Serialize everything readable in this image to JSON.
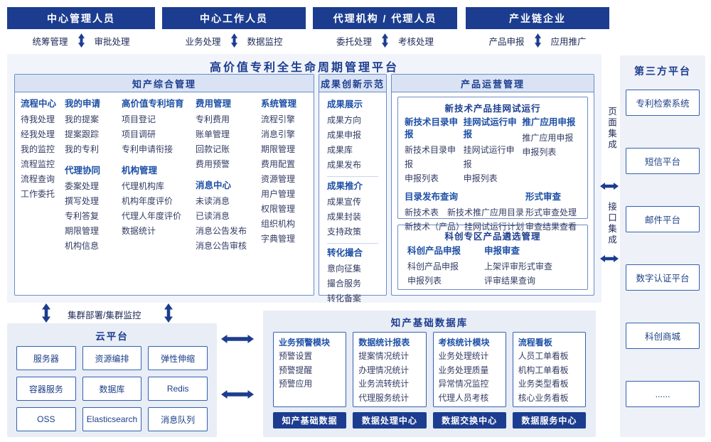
{
  "roles": [
    {
      "title": "中心管理人员",
      "left": "统筹管理",
      "right": "审批处理"
    },
    {
      "title": "中心工作人员",
      "left": "业务处理",
      "right": "数据监控"
    },
    {
      "title": "代理机构 / 代理人员",
      "left": "委托处理",
      "right": "考核处理"
    },
    {
      "title": "产业链企业",
      "left": "产品申报",
      "right": "应用推广"
    }
  ],
  "platform_title": "高价值专利全生命周期管理平台",
  "sections": {
    "ip": {
      "title": "知产综合管理",
      "groups": {
        "process": {
          "title": "流程中心",
          "items": [
            "待我处理",
            "经我处理",
            "我的监控",
            "流程监控",
            "流程查询",
            "工作委托"
          ]
        },
        "myapp": {
          "title": "我的申请",
          "items": [
            "我的提案",
            "提案跟踪",
            "我的专利"
          ]
        },
        "agency": {
          "title": "代理协同",
          "items": [
            "委案处理",
            "撰写处理",
            "专利答复",
            "期限管理",
            "机构信息"
          ]
        },
        "cultivation": {
          "title": "高价值专利培育",
          "items": [
            "项目登记",
            "项目调研",
            "专利申请衔接"
          ]
        },
        "org": {
          "title": "机构管理",
          "items": [
            "代理机构库",
            "机构年度评价",
            "代理人年度评价",
            "数据统计"
          ]
        },
        "fee": {
          "title": "费用管理",
          "items": [
            "专利费用",
            "账单管理",
            "回款记账",
            "费用预警"
          ]
        },
        "message": {
          "title": "消息中心",
          "items": [
            "未读消息",
            "已读消息",
            "消息公告发布",
            "消息公告审核"
          ]
        },
        "system": {
          "title": "系统管理",
          "items": [
            "流程引擎",
            "消息引擎",
            "期限管理",
            "费用配置",
            "资源管理",
            "用户管理",
            "权限管理",
            "组织机构",
            "字典管理"
          ]
        }
      }
    },
    "ach": {
      "title": "成果创新示范",
      "groups": {
        "display": {
          "title": "成果展示",
          "items": [
            "成果方向",
            "成果申报",
            "成果库",
            "成果发布"
          ]
        },
        "promotion": {
          "title": "成果推介",
          "items": [
            "成果宣传",
            "成果封装",
            "支持政策"
          ]
        },
        "match": {
          "title": "转化撮合",
          "items": [
            "意向征集",
            "撮合服务",
            "转化备案"
          ]
        }
      }
    },
    "prod": {
      "title": "产品运营管理",
      "trial": {
        "title": "新技术产品挂网试运行",
        "groups": {
          "catalog": {
            "title": "新技术目录申报",
            "items": [
              "新技术目录申报",
              "申报列表"
            ]
          },
          "online": {
            "title": "挂网试运行申报",
            "items": [
              "挂网试运行申报",
              "申报列表"
            ]
          },
          "promo": {
            "title": "推广应用申报",
            "items": [
              "推广应用申报",
              "申报列表"
            ]
          },
          "query": {
            "title": "目录发布查询",
            "items": [
              "新技术表",
              "新技术推广应用目录",
              "新技术（产品）挂网试运行计划"
            ]
          },
          "review": {
            "title": "形式审查",
            "items": [
              "形式审查处理",
              "审查结果查看"
            ]
          }
        }
      },
      "selection": {
        "title": "科创专区产品遴选管理",
        "groups": {
          "declare": {
            "title": "科创产品申报",
            "items": [
              "科创产品申报",
              "申报列表"
            ]
          },
          "review": {
            "title": "申报审查",
            "items": [
              "上架评审形式审查",
              "评审结果查询"
            ]
          }
        }
      }
    }
  },
  "integration": {
    "page": "页面集成",
    "api": "接口集成"
  },
  "cluster_label": "集群部署/集群监控",
  "cloud": {
    "title": "云平台",
    "items": [
      "服务器",
      "资源编排",
      "弹性伸缩",
      "容器服务",
      "数据库",
      "Redis",
      "OSS",
      "Elasticsearch",
      "消息队列"
    ]
  },
  "database": {
    "title": "知产基础数据库",
    "modules": [
      {
        "title": "业务预警模块",
        "items": [
          "预警设置",
          "预警提醒",
          "预警应用"
        ],
        "footer": "知产基础数据"
      },
      {
        "title": "数据统计报表",
        "items": [
          "提案情况统计",
          "办理情况统计",
          "业务流转统计",
          "代理服务统计"
        ],
        "footer": "数据处理中心"
      },
      {
        "title": "考核统计模块",
        "items": [
          "业务处理统计",
          "业务处理质量",
          "异常情况监控",
          "代理人员考核"
        ],
        "footer": "数据交换中心"
      },
      {
        "title": "流程看板",
        "items": [
          "人员工单看板",
          "机构工单看板",
          "业务类型看板",
          "核心业务看板"
        ],
        "footer": "数据服务中心"
      }
    ]
  },
  "third_party": {
    "title": "第三方平台",
    "items": [
      "专利检索系统",
      "短信平台",
      "邮件平台",
      "数字认证平台",
      "科创商城",
      "......"
    ]
  }
}
